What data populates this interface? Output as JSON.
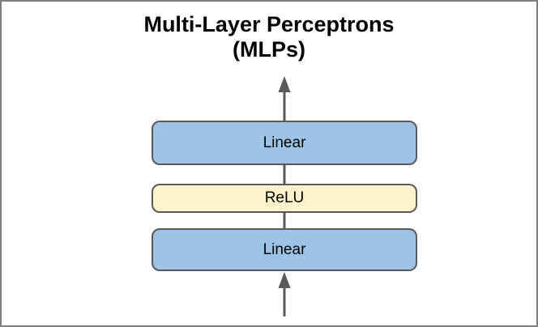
{
  "diagram": {
    "title_line1": "Multi-Layer Perceptrons",
    "title_line2": "(MLPs)",
    "nodes": [
      {
        "label": "Linear",
        "type": "linear",
        "fill": "#9dc3e6"
      },
      {
        "label": "ReLU",
        "type": "relu",
        "fill": "#fff2cc"
      },
      {
        "label": "Linear",
        "type": "linear",
        "fill": "#9dc3e6"
      }
    ],
    "flow": "bottom-to-top",
    "colors": {
      "linear_fill": "#9dc3e6",
      "relu_fill": "#fff2cc",
      "node_border": "#595959",
      "arrow": "#595959",
      "frame_border": "#7f7f7f",
      "text": "#000000",
      "background": "#ffffff"
    }
  }
}
